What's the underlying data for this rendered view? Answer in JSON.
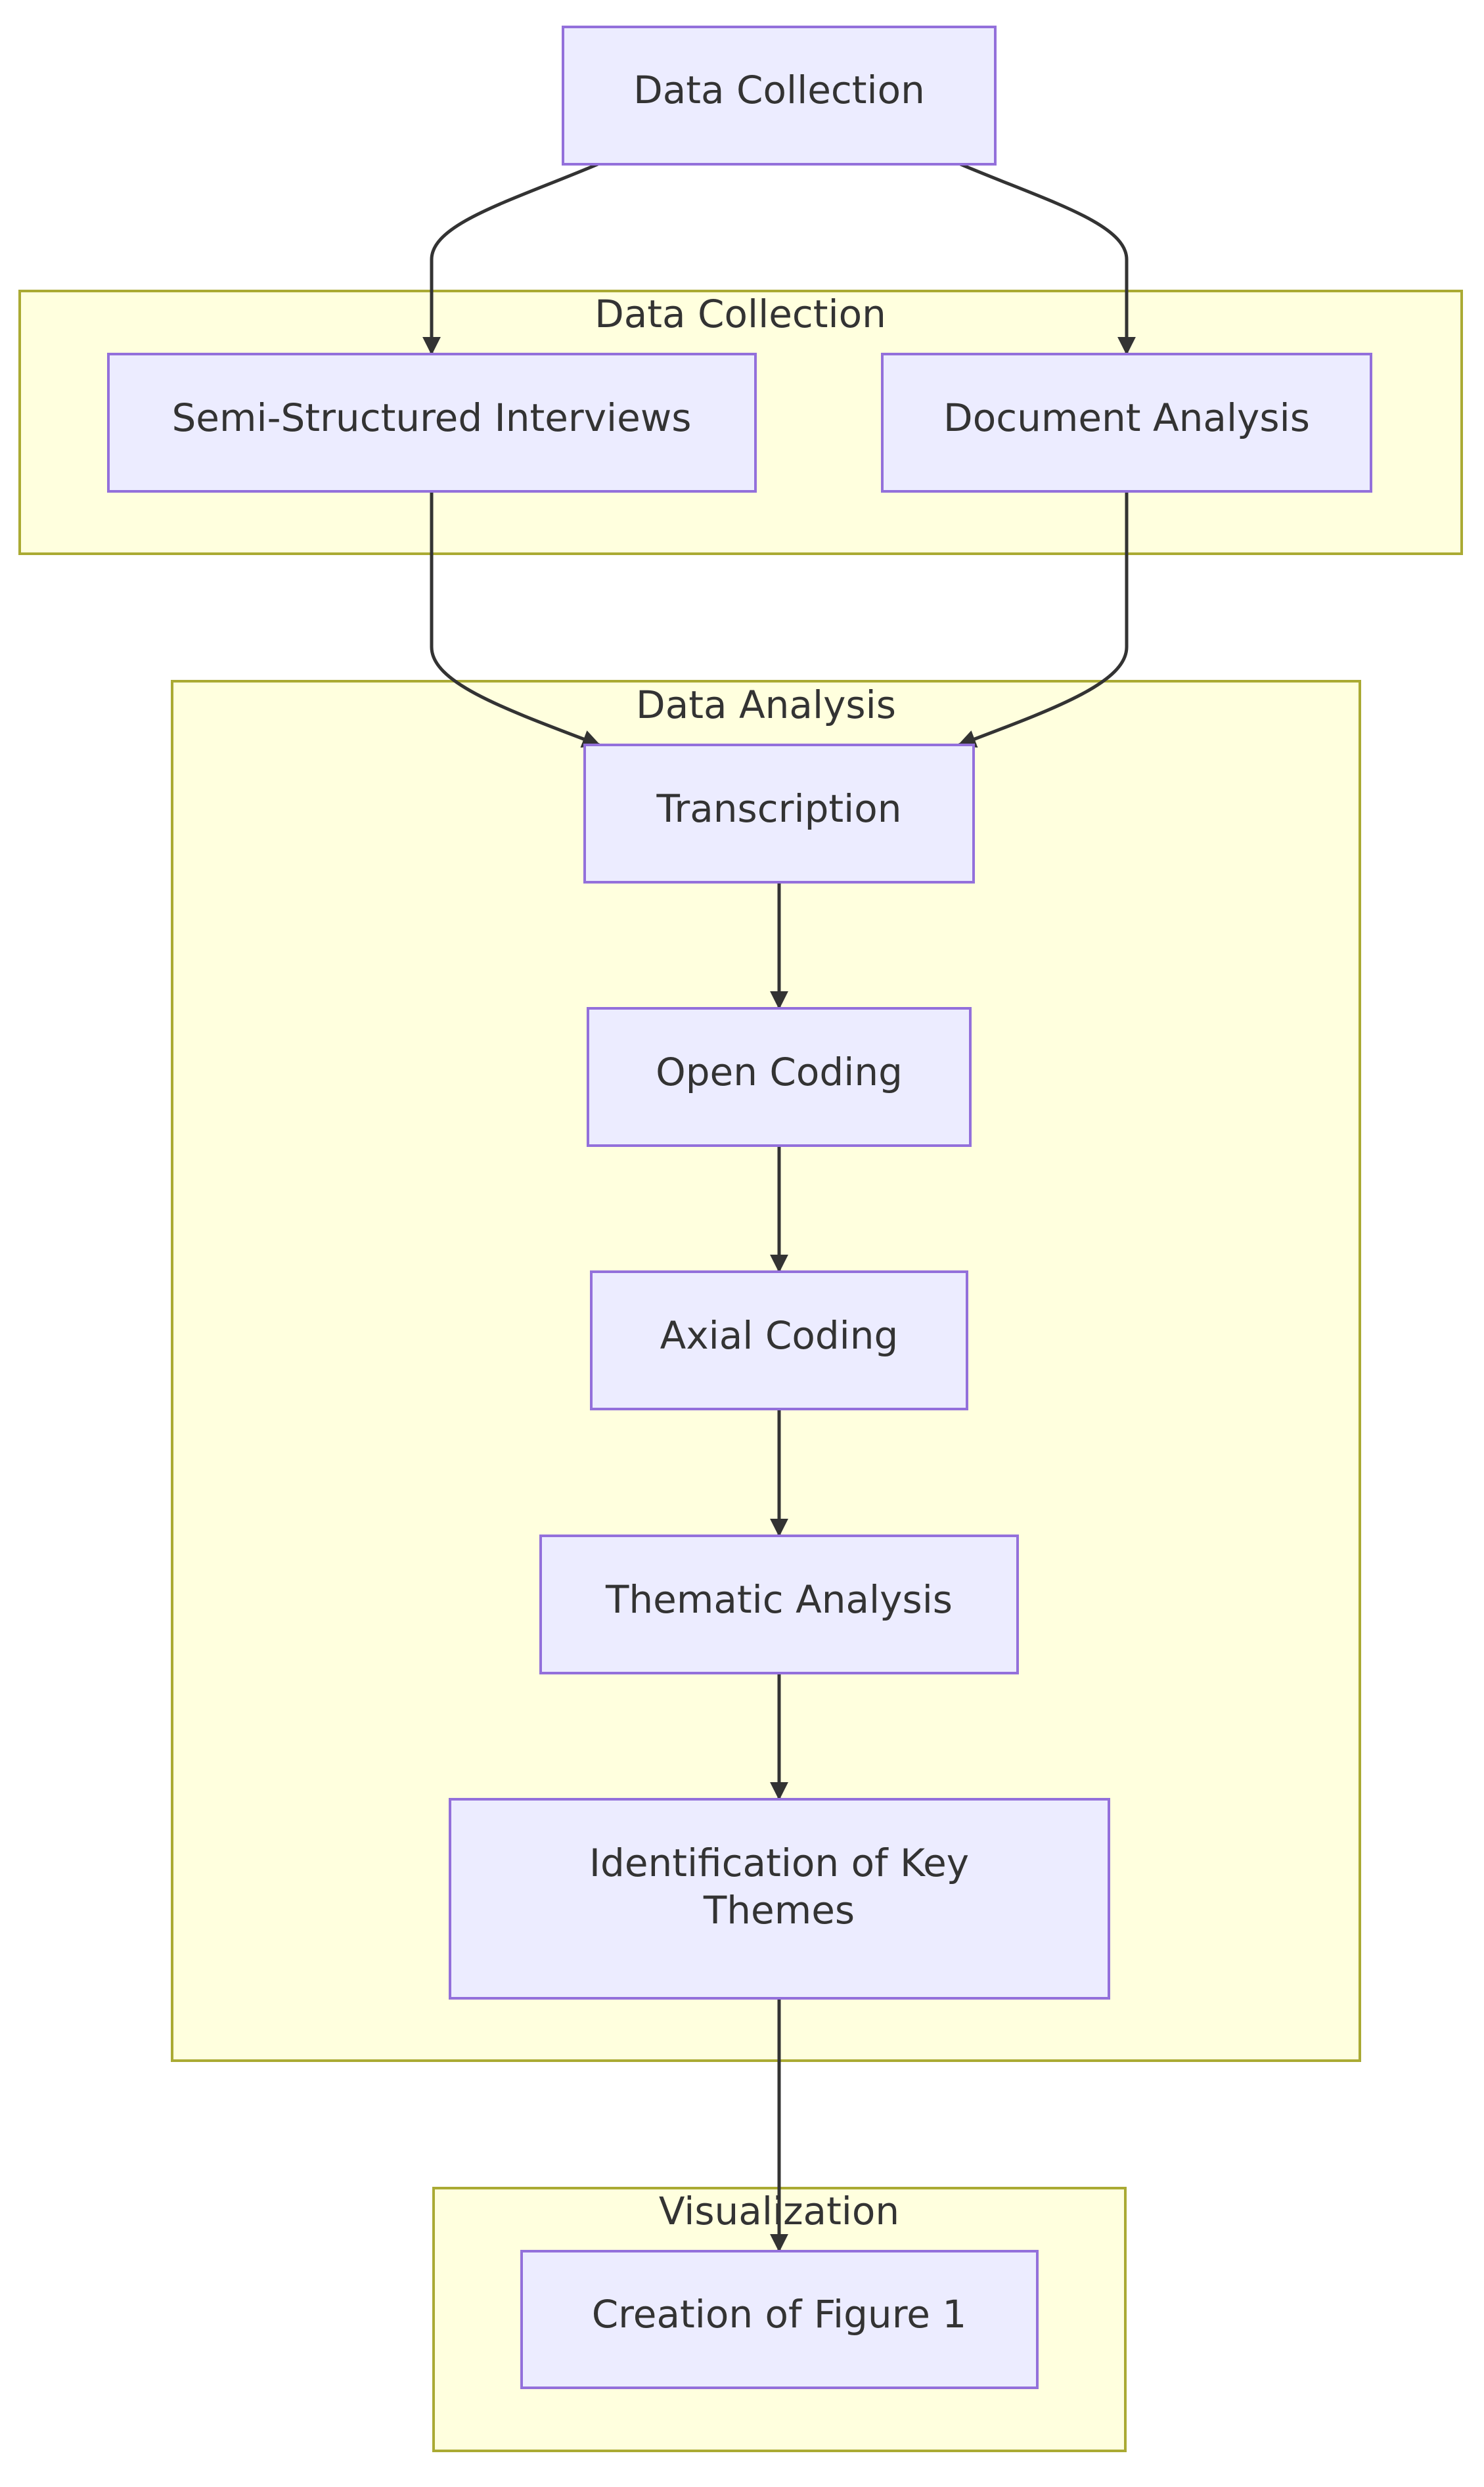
{
  "colors": {
    "node_fill": "#ececff",
    "node_border": "#9370db",
    "cluster_fill": "#ffffde",
    "cluster_border": "#aaaa33",
    "edge": "#333333",
    "text": "#333333"
  },
  "clusters": {
    "collection": {
      "label": "Data Collection"
    },
    "analysis": {
      "label": "Data Analysis"
    },
    "visualization": {
      "label": "Visualization"
    }
  },
  "nodes": {
    "data_collection": {
      "label": "Data Collection"
    },
    "interviews": {
      "label": "Semi-Structured Interviews"
    },
    "documents": {
      "label": "Document Analysis"
    },
    "transcription": {
      "label": "Transcription"
    },
    "open_coding": {
      "label": "Open Coding"
    },
    "axial_coding": {
      "label": "Axial Coding"
    },
    "thematic_analysis": {
      "label": "Thematic Analysis"
    },
    "key_themes": {
      "label_line1": "Identification of Key",
      "label_line2": "Themes"
    },
    "figure_1": {
      "label": "Creation of Figure 1"
    }
  },
  "edges": [
    {
      "from": "Data Collection",
      "to": "Semi-Structured Interviews"
    },
    {
      "from": "Data Collection",
      "to": "Document Analysis"
    },
    {
      "from": "Semi-Structured Interviews",
      "to": "Transcription"
    },
    {
      "from": "Document Analysis",
      "to": "Transcription"
    },
    {
      "from": "Transcription",
      "to": "Open Coding"
    },
    {
      "from": "Open Coding",
      "to": "Axial Coding"
    },
    {
      "from": "Axial Coding",
      "to": "Thematic Analysis"
    },
    {
      "from": "Thematic Analysis",
      "to": "Identification of Key Themes"
    },
    {
      "from": "Identification of Key Themes",
      "to": "Creation of Figure 1"
    }
  ]
}
